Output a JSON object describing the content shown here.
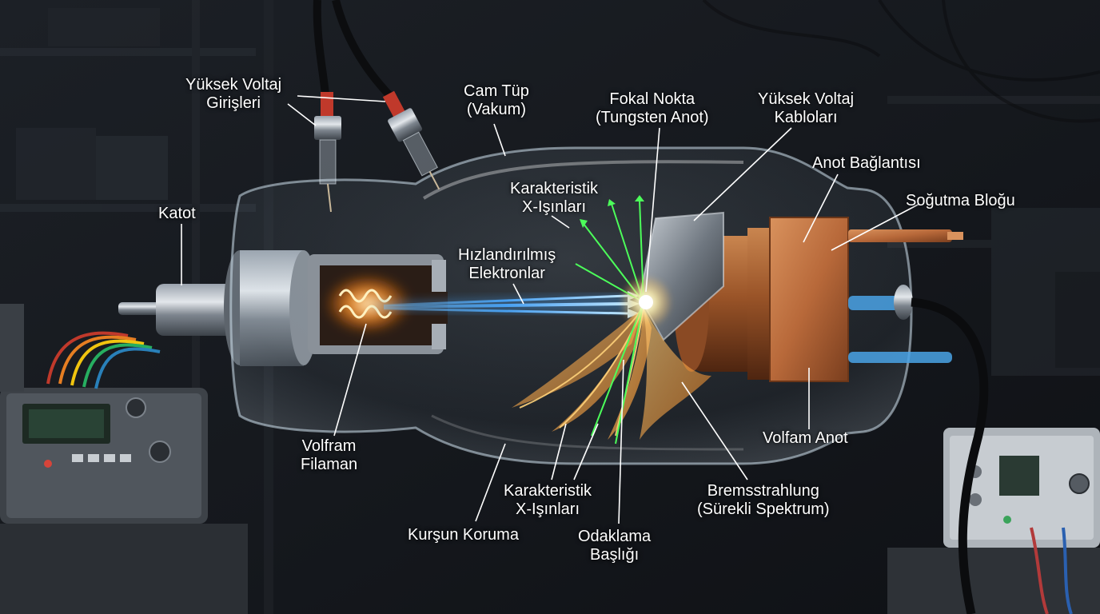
{
  "colors": {
    "background": "#14171c",
    "electron_beam": "#4aa8ff",
    "xray_green": "#4cff5a",
    "bremsstrahlung": "#ff9a2e",
    "copper": "#b8693a",
    "label_text": "#ffffff"
  },
  "labels": {
    "yuksek_voltaj_girisleri": {
      "line1": "Yüksek Voltaj",
      "line2": "Girişleri"
    },
    "cam_tup": {
      "line1": "Cam Tüp",
      "line2": "(Vakum)"
    },
    "fokal_nokta": {
      "line1": "Fokal Nokta",
      "line2": "(Tungsten Anot)"
    },
    "yuksek_voltaj_kablolari": {
      "line1": "Yüksek Voltaj",
      "line2": "Kabloları"
    },
    "anot_baglantisi": {
      "line1": "Anot Bağlantısı"
    },
    "sogutma_blogu": {
      "line1": "Soğutma Bloğu"
    },
    "katot": {
      "line1": "Katot"
    },
    "karakteristik_ust": {
      "line1": "Karakteristik",
      "line2": "X-Işınları"
    },
    "hizlandirilmis": {
      "line1": "Hızlandırılmış",
      "line2": "Elektronlar"
    },
    "volfram_filaman": {
      "line1": "Volfram",
      "line2": "Filaman"
    },
    "volfam_anot": {
      "line1": "Volfam Anot"
    },
    "bremsstrahlung": {
      "line1": "Bremsstrahlung",
      "line2": "(Sürekli Spektrum)"
    },
    "karakteristik_alt": {
      "line1": "Karakteristik",
      "line2": "X-Işınları"
    },
    "kursun_koruma": {
      "line1": "Kurşun Koruma"
    },
    "odaklama_basligi": {
      "line1": "Odaklama",
      "line2": "Başlığı"
    }
  }
}
